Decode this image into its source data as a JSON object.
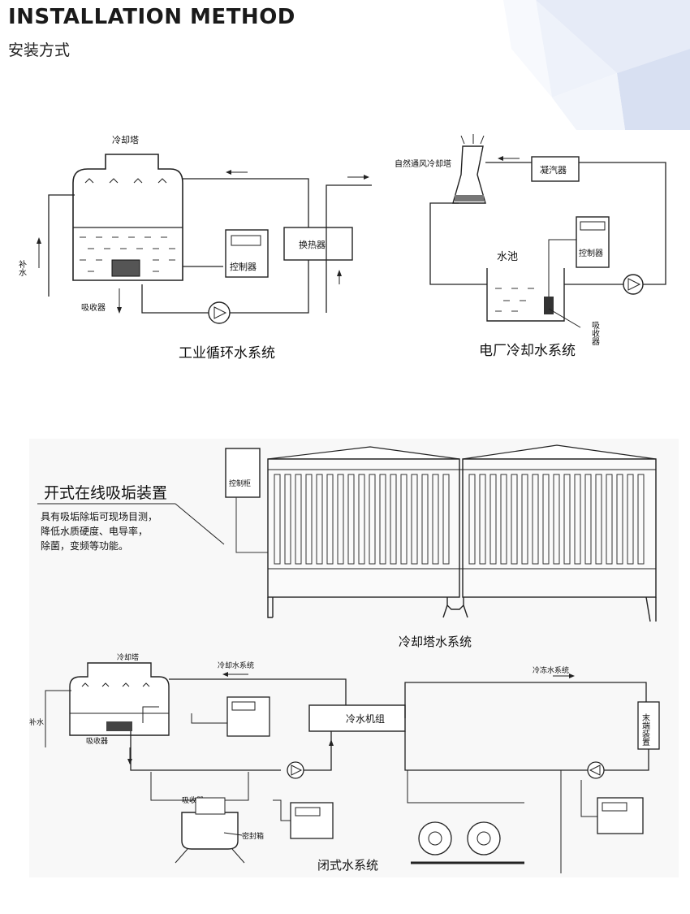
{
  "header": {
    "title": "INSTALLATION METHOD",
    "subtitle": "安装方式"
  },
  "diagram1": {
    "tower_label": "冷却塔",
    "makeup_label": "补水",
    "absorber_label": "吸收器",
    "controller_label": "控制器",
    "exchanger_label": "换热器",
    "caption": "工业循环水系统"
  },
  "diagram2": {
    "tower_label": "自然通风冷却塔",
    "condenser_label": "凝汽器",
    "pool_label": "水池",
    "controller_label": "控制器",
    "absorber_label": "吸收器",
    "caption": "电厂冷却水系统"
  },
  "diagram3": {
    "heading": "开式在线吸垢装置",
    "desc_line1": "具有吸垢除垢可现场目测，",
    "desc_line2": "降低水质硬度、电导率，",
    "desc_line3": "除菌，变频等功能。",
    "control_cabinet_label": "控制柜",
    "caption": "冷却塔水系统"
  },
  "diagram4": {
    "tower_label": "冷却塔",
    "cooling_water_label": "冷却水系统",
    "chilled_water_label": "冷冻水系统",
    "makeup_label": "补水",
    "absorber_label": "吸收器",
    "absorber2_label": "吸收器",
    "chiller_label": "冷水机组",
    "terminal_label": "末端装置",
    "sealed_box_label": "密封箱",
    "caption": "闭式水系统"
  }
}
